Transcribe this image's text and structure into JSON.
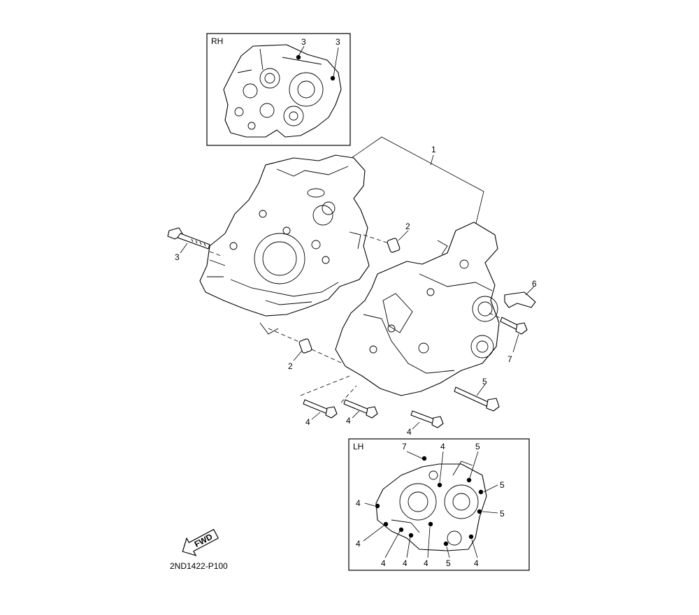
{
  "diagram_code": "2ND1422-P100",
  "insets": {
    "rh": {
      "title": "RH",
      "callouts": [
        "3",
        "3"
      ]
    },
    "lh": {
      "title": "LH",
      "callouts": [
        "7",
        "4",
        "5",
        "5",
        "5",
        "4",
        "4",
        "4",
        "4",
        "4",
        "5",
        "4"
      ]
    }
  },
  "fwd_arrow": {
    "label": "FWD",
    "icon": "fwd-arrow-icon"
  },
  "callouts": {
    "crankcase_assy": "1",
    "dowel_pin_upper": "2",
    "dowel_pin_lower": "2",
    "bolt_rh": "3",
    "bolt_a": "4",
    "bolt_b": "4",
    "bolt_c": "4",
    "bolt_long": "5",
    "stay": "6",
    "bolt_stay": "7"
  }
}
